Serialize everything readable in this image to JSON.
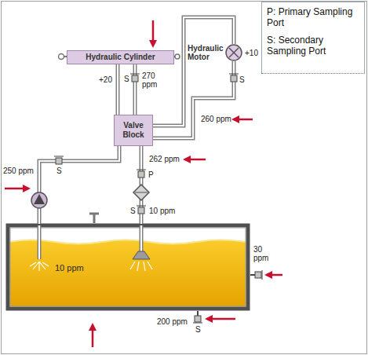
{
  "diagram": {
    "nodes": [
      {
        "text": [
          "Hydraulic Cylinder"
        ]
      },
      {
        "text": [
          "Hydraulic Motor"
        ]
      },
      {
        "text": [
          "Valve Block"
        ]
      },
      {
        "text": [
          "10 ppm"
        ]
      },
      {
        "text": [
          "P: Primary Sampling Port",
          "S: Secondary Sampling Port"
        ]
      }
    ],
    "edges": [
      {
        "from": 0,
        "to": 2,
        "arrow": "none"
      },
      {
        "from": 0,
        "to": 2,
        "arrow": "none"
      },
      {
        "from": 1,
        "to": 2,
        "arrow": "none"
      },
      {
        "from": 1,
        "to": 2,
        "arrow": "none"
      },
      {
        "from": 3,
        "to": 2,
        "arrow": "none"
      },
      {
        "from": 2,
        "to": 3,
        "arrow": "none"
      }
    ],
    "labels": [
      "+20",
      "S",
      "270 ppm",
      "+10",
      "S",
      "260 ppm",
      "262 ppm",
      "P",
      "250 ppm",
      "S",
      "S",
      "10 ppm",
      "30 ppm",
      "200 ppm",
      "S"
    ]
  }
}
